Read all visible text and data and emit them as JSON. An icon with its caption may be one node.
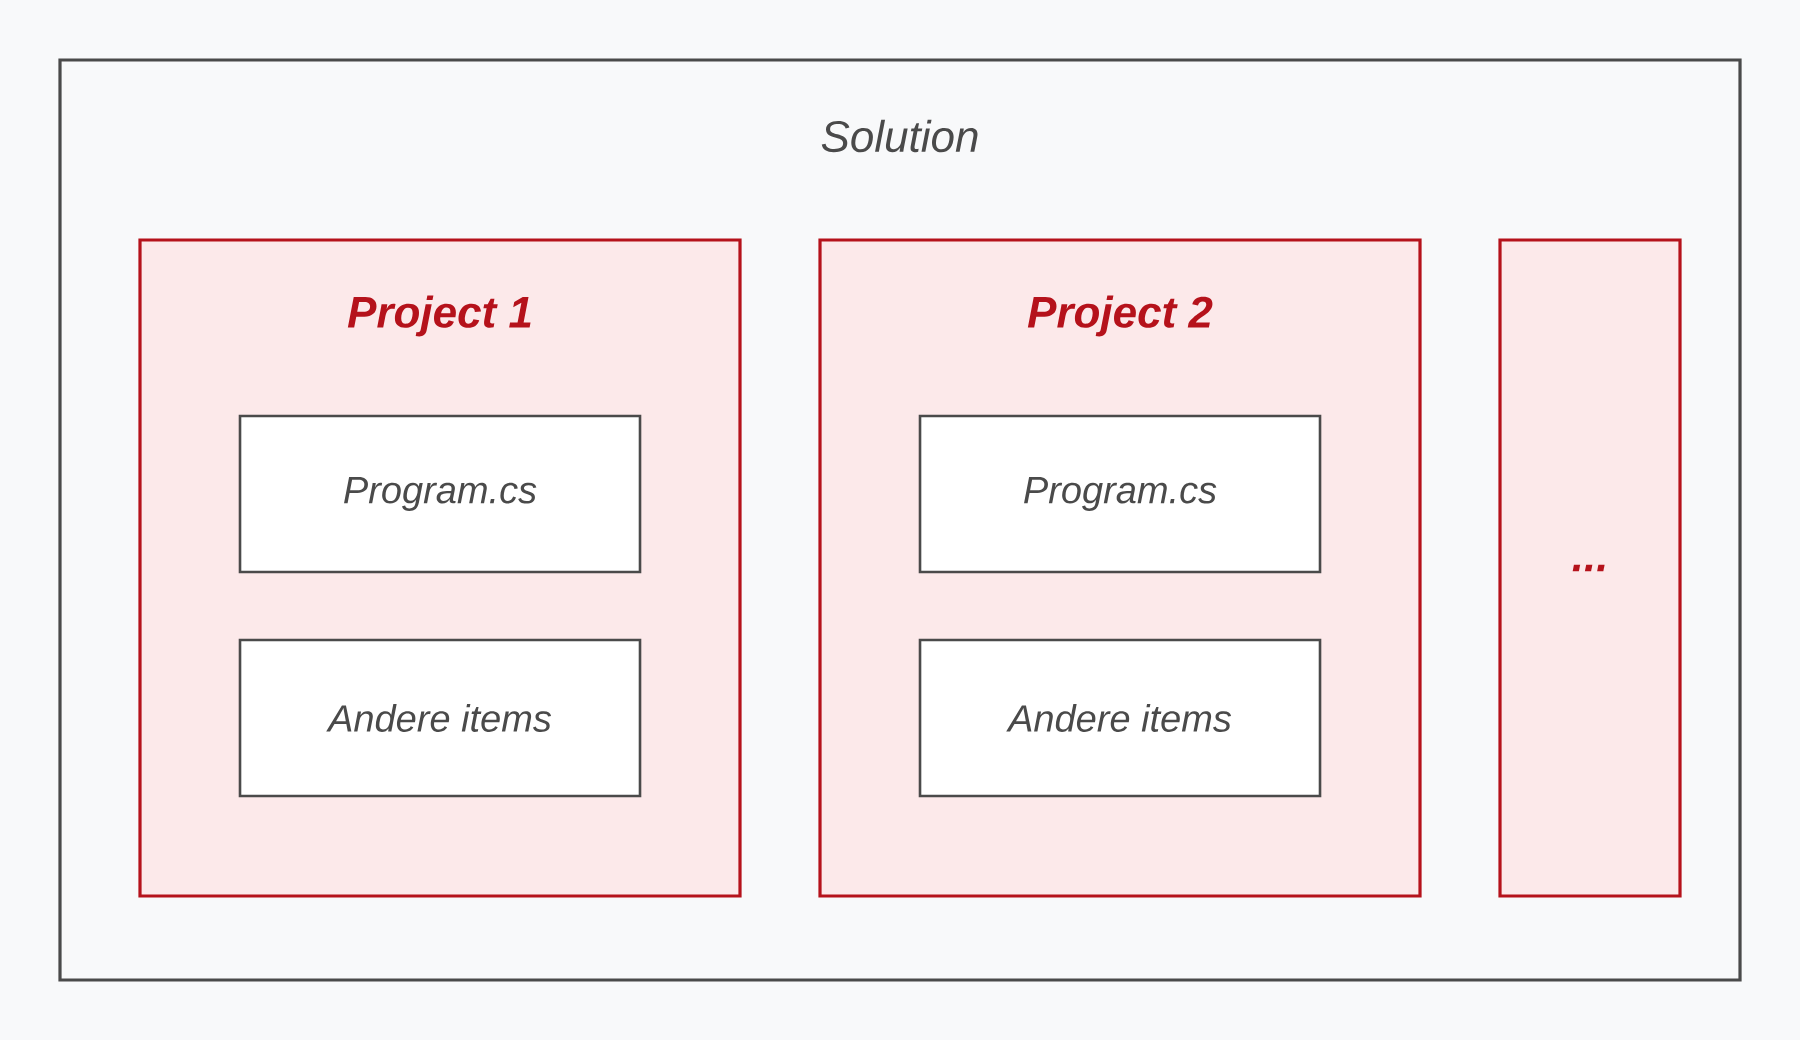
{
  "diagram": {
    "nodes": [
      {
        "text": [
          "Solution"
        ]
      },
      {
        "text": [
          "Project 1"
        ],
        "in": 0
      },
      {
        "text": [
          "Program.cs"
        ],
        "in": 1
      },
      {
        "text": [
          "Andere items"
        ],
        "in": 1
      },
      {
        "text": [
          "Project 2"
        ],
        "in": 0
      },
      {
        "text": [
          "Program.cs"
        ],
        "in": 4
      },
      {
        "text": [
          "Andere items"
        ],
        "in": 4
      },
      {
        "text": [
          "..."
        ],
        "in": 0
      }
    ]
  }
}
